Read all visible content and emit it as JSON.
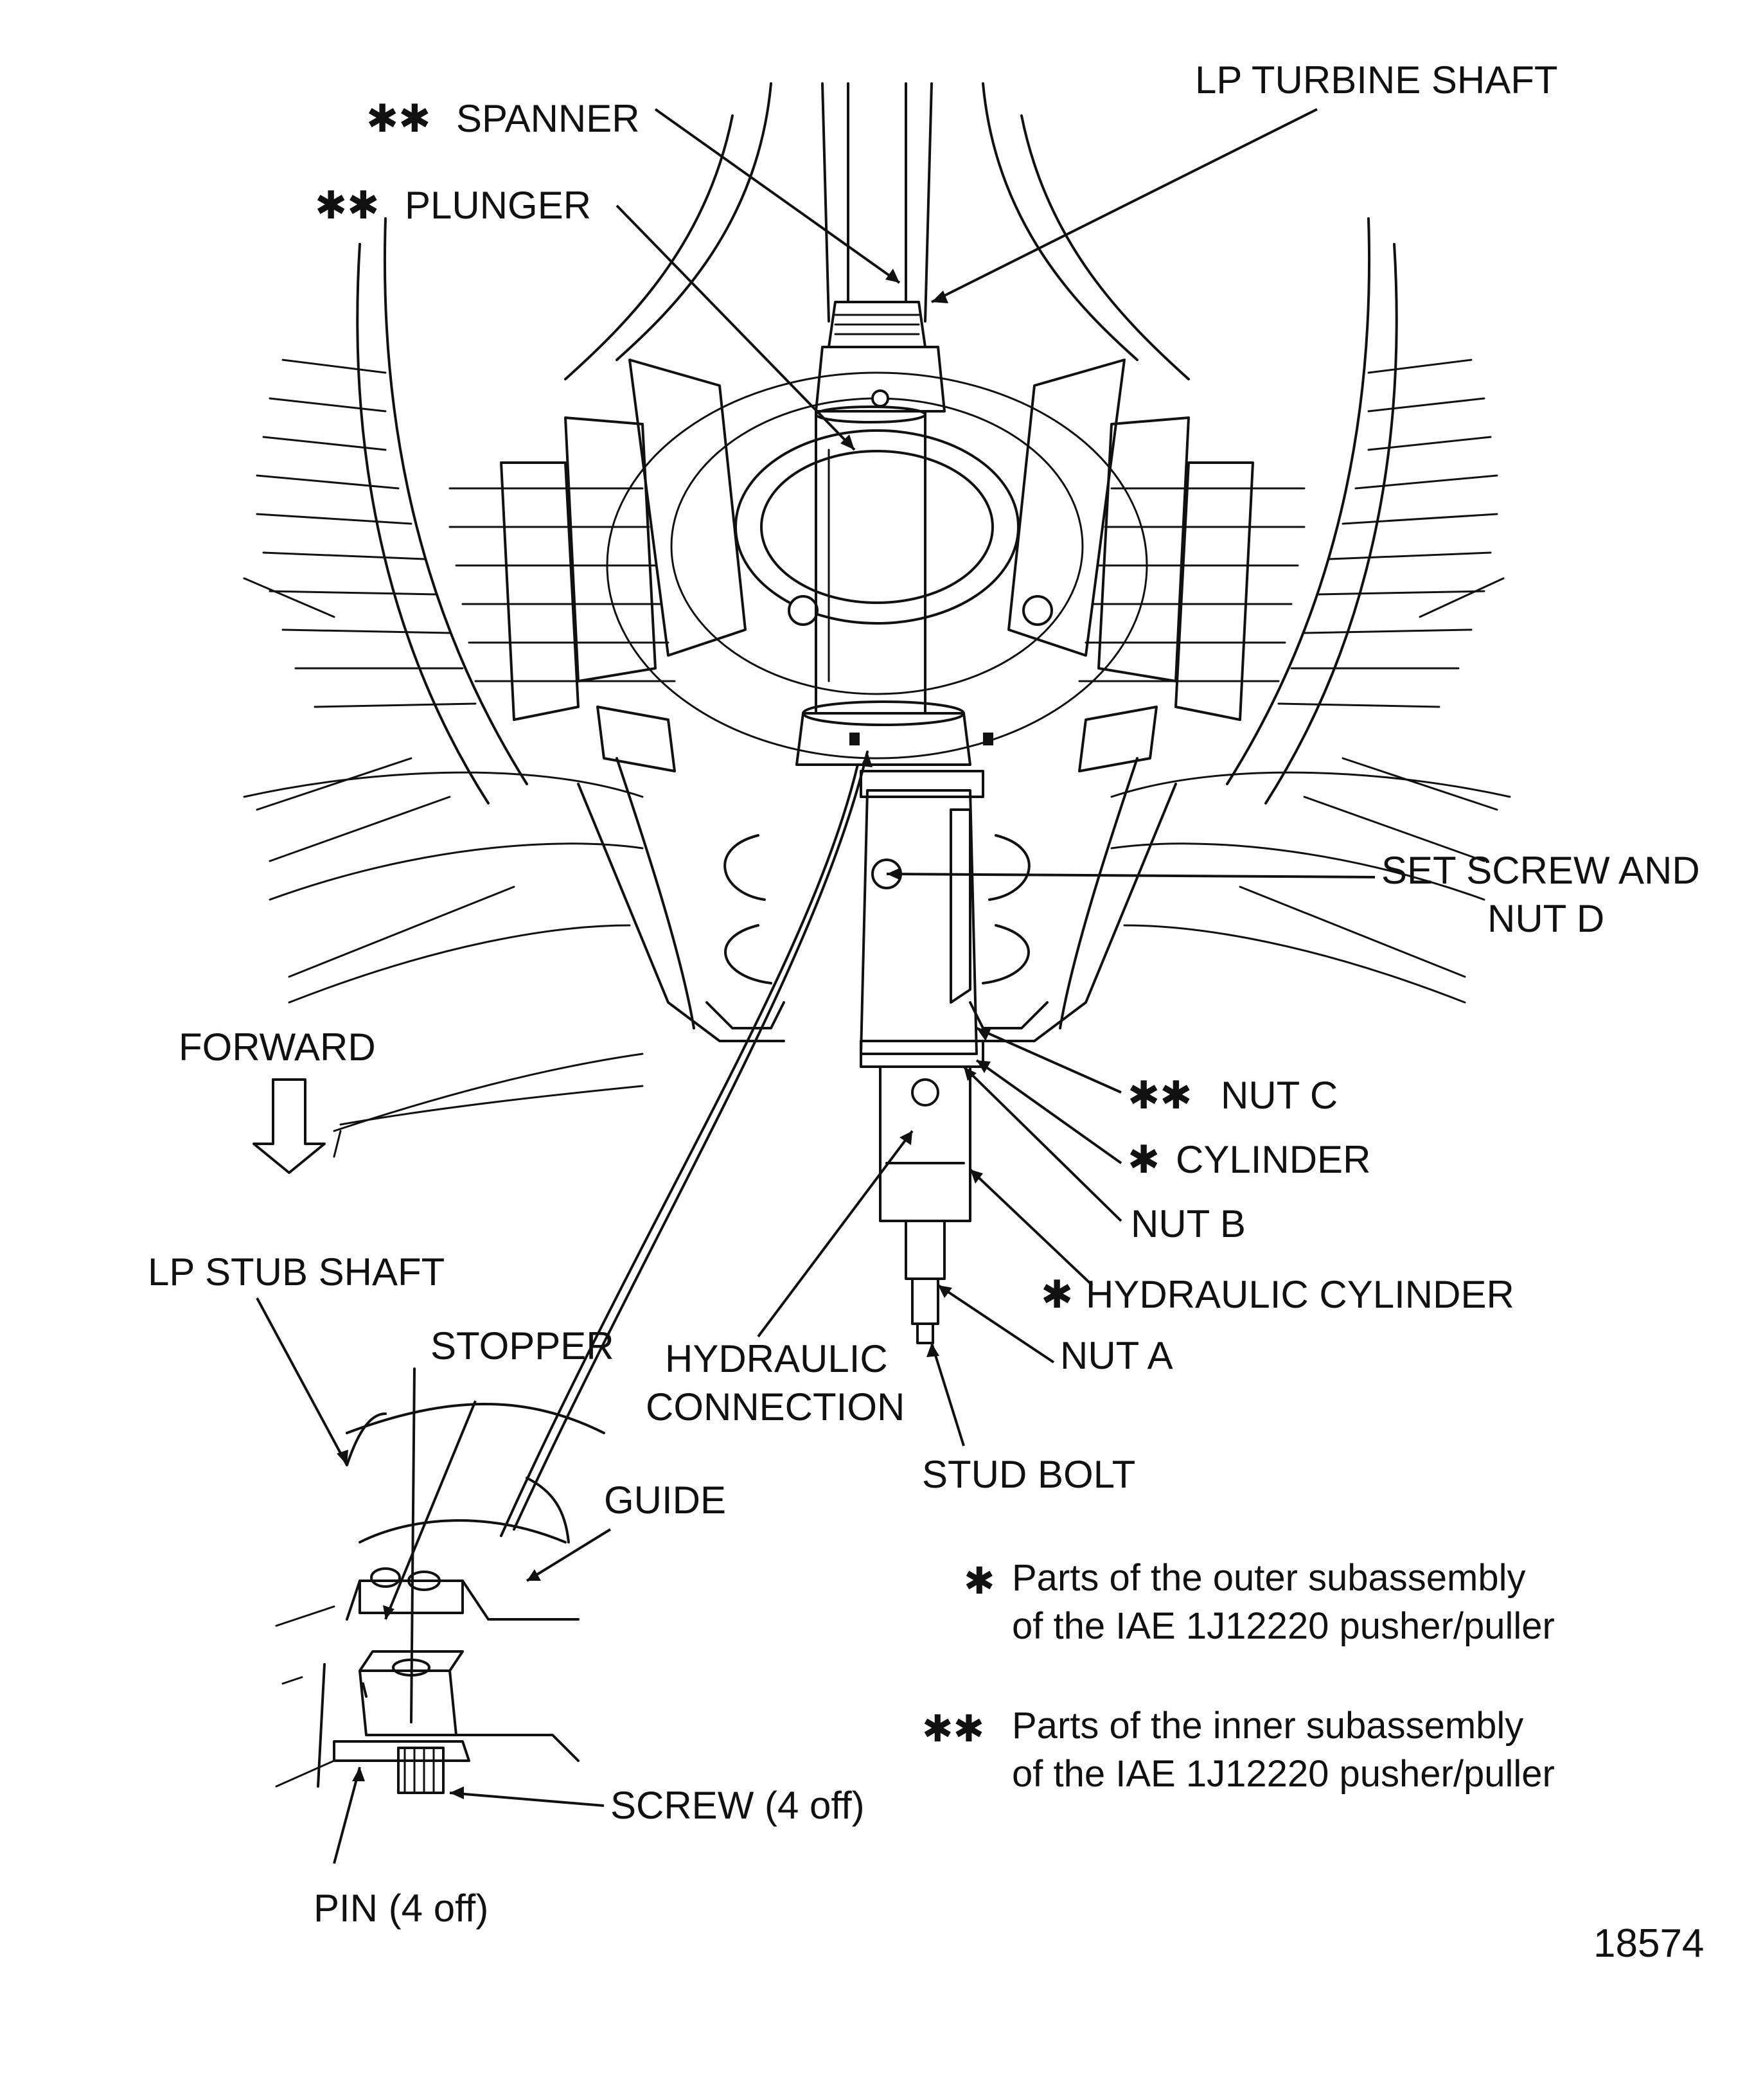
{
  "diagram": {
    "labels": {
      "spanner": "SPANNER",
      "plunger": "PLUNGER",
      "lp_turbine_shaft": "LP TURBINE SHAFT",
      "set_screw_line1": "SET SCREW AND",
      "set_screw_line2": "NUT D",
      "forward": "FORWARD",
      "nut_c": "NUT C",
      "cylinder": "CYLINDER",
      "nut_b": "NUT B",
      "hydraulic_cylinder": "HYDRAULIC CYLINDER",
      "lp_stub_shaft": "LP STUB SHAFT",
      "stopper": "STOPPER",
      "hydraulic_connection_line1": "HYDRAULIC",
      "hydraulic_connection_line2": "CONNECTION",
      "nut_a": "NUT A",
      "stud_bolt": "STUD BOLT",
      "guide": "GUIDE",
      "screw": "SCREW (4 off)",
      "pin": "PIN (4 off)"
    },
    "markers": {
      "single": "✱",
      "double": "✱✱"
    },
    "legend": {
      "outer_line1": "Parts of the outer subassembly",
      "outer_line2": "of the IAE 1J12220 pusher/puller",
      "inner_line1": "Parts of the inner subassembly",
      "inner_line2": "of the IAE 1J12220 pusher/puller"
    },
    "figure_number": "18574"
  }
}
